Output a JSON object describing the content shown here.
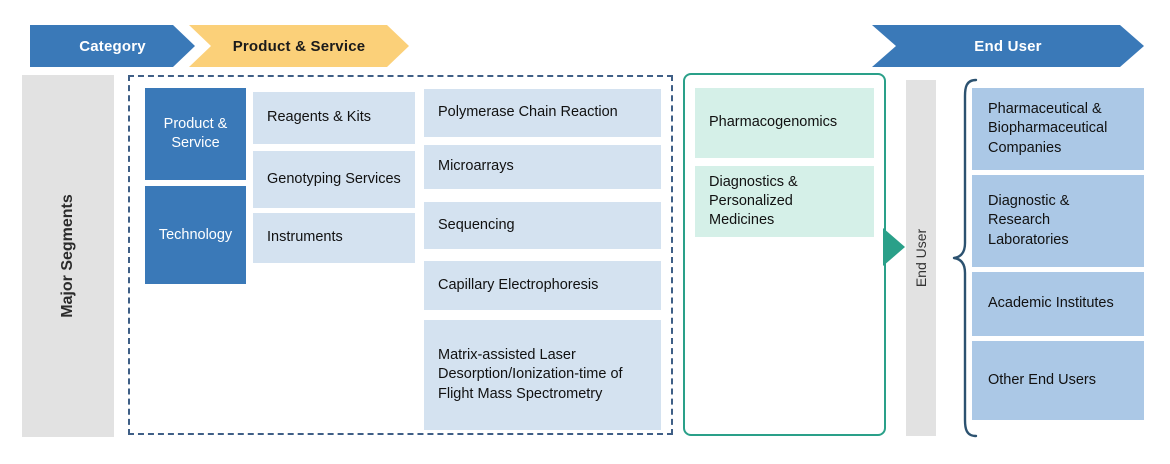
{
  "header": {
    "chevrons": [
      {
        "label": "Category",
        "fill": "#3a79b8",
        "text_color": "#ffffff"
      },
      {
        "label": "Product & Service",
        "fill": "#fbd079",
        "text_color": "#1a1a1a"
      },
      {
        "label": "End User",
        "fill": "#3a79b8",
        "text_color": "#ffffff"
      }
    ]
  },
  "left_axis": {
    "label": "Major Segments",
    "fill": "#e2e2e2"
  },
  "category_column": {
    "boxes": [
      {
        "label": "Product & Service"
      },
      {
        "label": "Technology"
      }
    ],
    "fill": "#3a79b8",
    "text_color": "#ffffff"
  },
  "segment_column_2": {
    "fill": "#d4e2f0",
    "items": [
      {
        "label": "Reagents & Kits"
      },
      {
        "label": "Genotyping Services"
      },
      {
        "label": "Instruments"
      }
    ]
  },
  "segment_column_3": {
    "fill": "#d4e2f0",
    "items": [
      {
        "label": "Polymerase Chain Reaction"
      },
      {
        "label": "Microarrays"
      },
      {
        "label": "Sequencing"
      },
      {
        "label": "Capillary Electrophoresis"
      },
      {
        "label": "Matrix-assisted Laser Desorption/Ionization-time of Flight Mass Spectrometry"
      }
    ]
  },
  "application_group": {
    "border_color": "#2aa089",
    "fill": "#d5f0e8",
    "arrow_color": "#2aa089",
    "items": [
      {
        "label": "Pharmacogenomics"
      },
      {
        "label": "Diagnostics & Personalized Medicines"
      }
    ]
  },
  "end_user_axis": {
    "label": "End User",
    "fill": "#e2e2e2"
  },
  "end_user_column": {
    "fill": "#abc8e6",
    "brace_color": "#2c5270",
    "items": [
      {
        "label": "Pharmaceutical & Biopharmaceutical Companies"
      },
      {
        "label": "Diagnostic & Research Laboratories"
      },
      {
        "label": "Academic Institutes"
      },
      {
        "label": "Other End Users"
      }
    ]
  },
  "dashed_group": {
    "border_color": "#3f5f86"
  }
}
